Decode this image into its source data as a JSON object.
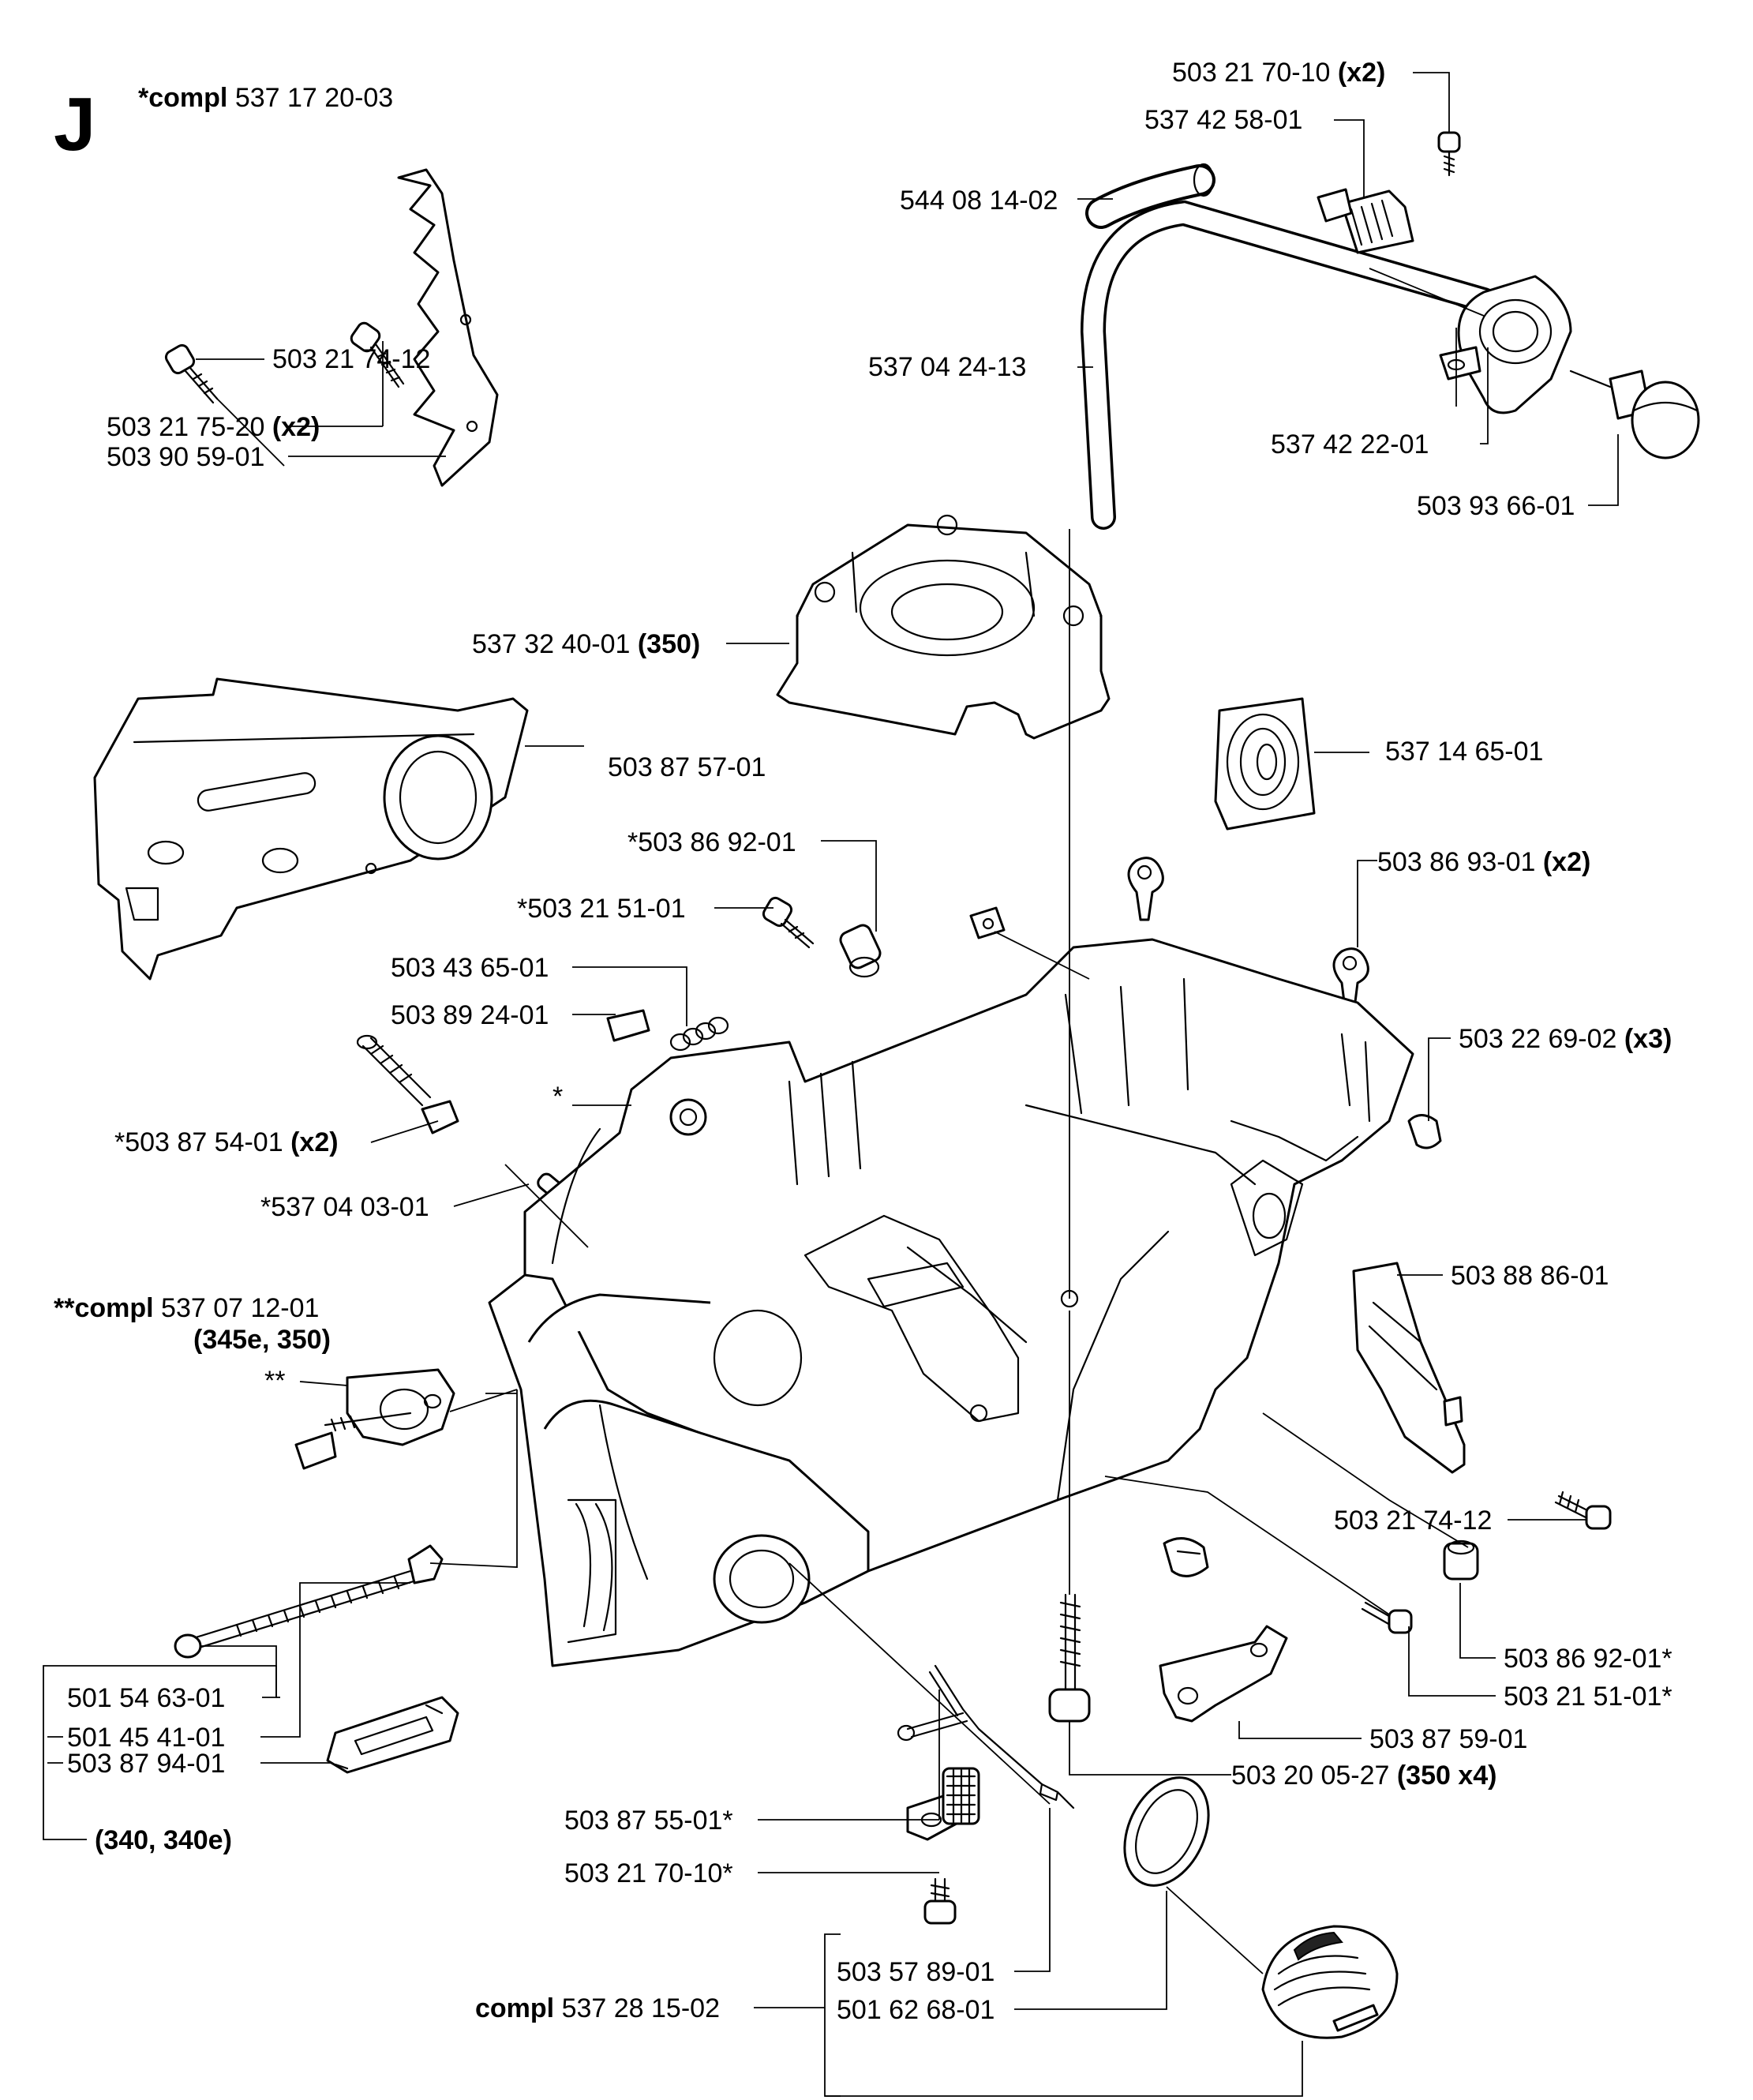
{
  "section": "J",
  "labels": {
    "compl_top": {
      "prefix": "*compl",
      "code": "537 17 20-03"
    },
    "l_503217010": {
      "code": "503 21 70-10",
      "qty": "(x2)"
    },
    "l_537425801": {
      "code": "537 42 58-01"
    },
    "l_544081402": {
      "code": "544 08 14-02"
    },
    "l_537042413": {
      "code": "537 04 24-13"
    },
    "l_537422201": {
      "code": "537 42 22-01"
    },
    "l_503936601": {
      "code": "503 93 66-01"
    },
    "l_503217520": {
      "code": "503 21 75-20",
      "qty": "(x2)"
    },
    "l_503905901": {
      "code": "503 90 59-01"
    },
    "l_503217412a": {
      "code": "503 21 74-12"
    },
    "l_537324001": {
      "code": "537 32 40-01",
      "qty": "(350)"
    },
    "l_503875701": {
      "code": "503 87 57-01"
    },
    "l_537146501": {
      "code": "537 14 65-01"
    },
    "l_503869201s": {
      "code": "*503 86 92-01"
    },
    "l_503869301": {
      "code": "503 86 93-01",
      "qty": "(x2)"
    },
    "l_503215101s": {
      "code": "*503 21 51-01"
    },
    "l_503436501": {
      "code": "503 43 65-01"
    },
    "l_503892401": {
      "code": "503 89 24-01"
    },
    "l_503226902": {
      "code": "503 22 69-02",
      "qty": "(x3)"
    },
    "l_star": {
      "code": "*"
    },
    "l_503875401": {
      "code": "*503 87 54-01",
      "qty": "(x2)"
    },
    "l_537040301": {
      "code": "*537 04 03-01"
    },
    "l_503888601": {
      "code": "503 88 86-01"
    },
    "compl_mid": {
      "prefix": "**compl",
      "code": "537 07 12-01",
      "models": "(345e, 350)"
    },
    "l_dstar": {
      "code": "**"
    },
    "l_503217412b": {
      "code": "503 21 74-12"
    },
    "l_503869201e": {
      "code": "503 86 92-01*"
    },
    "l_503215101e": {
      "code": "503 21 51-01*"
    },
    "l_501546301": {
      "code": "501 54 63-01"
    },
    "l_501454101": {
      "code": "501 45 41-01"
    },
    "l_503879401": {
      "code": "503 87 94-01"
    },
    "l_503875901": {
      "code": "503 87 59-01"
    },
    "l_503200527": {
      "code": "503 20 05-27",
      "qty": "(350 x4)"
    },
    "l_models340": {
      "code": "(340, 340e)"
    },
    "l_503875501": {
      "code": "503 87 55-01*"
    },
    "l_503217010s": {
      "code": "503 21 70-10*"
    },
    "l_503578901": {
      "code": "503 57 89-01"
    },
    "compl_bottom": {
      "prefix": "compl",
      "code": "537 28 15-02"
    },
    "l_501626801": {
      "code": "501 62 68-01"
    }
  }
}
